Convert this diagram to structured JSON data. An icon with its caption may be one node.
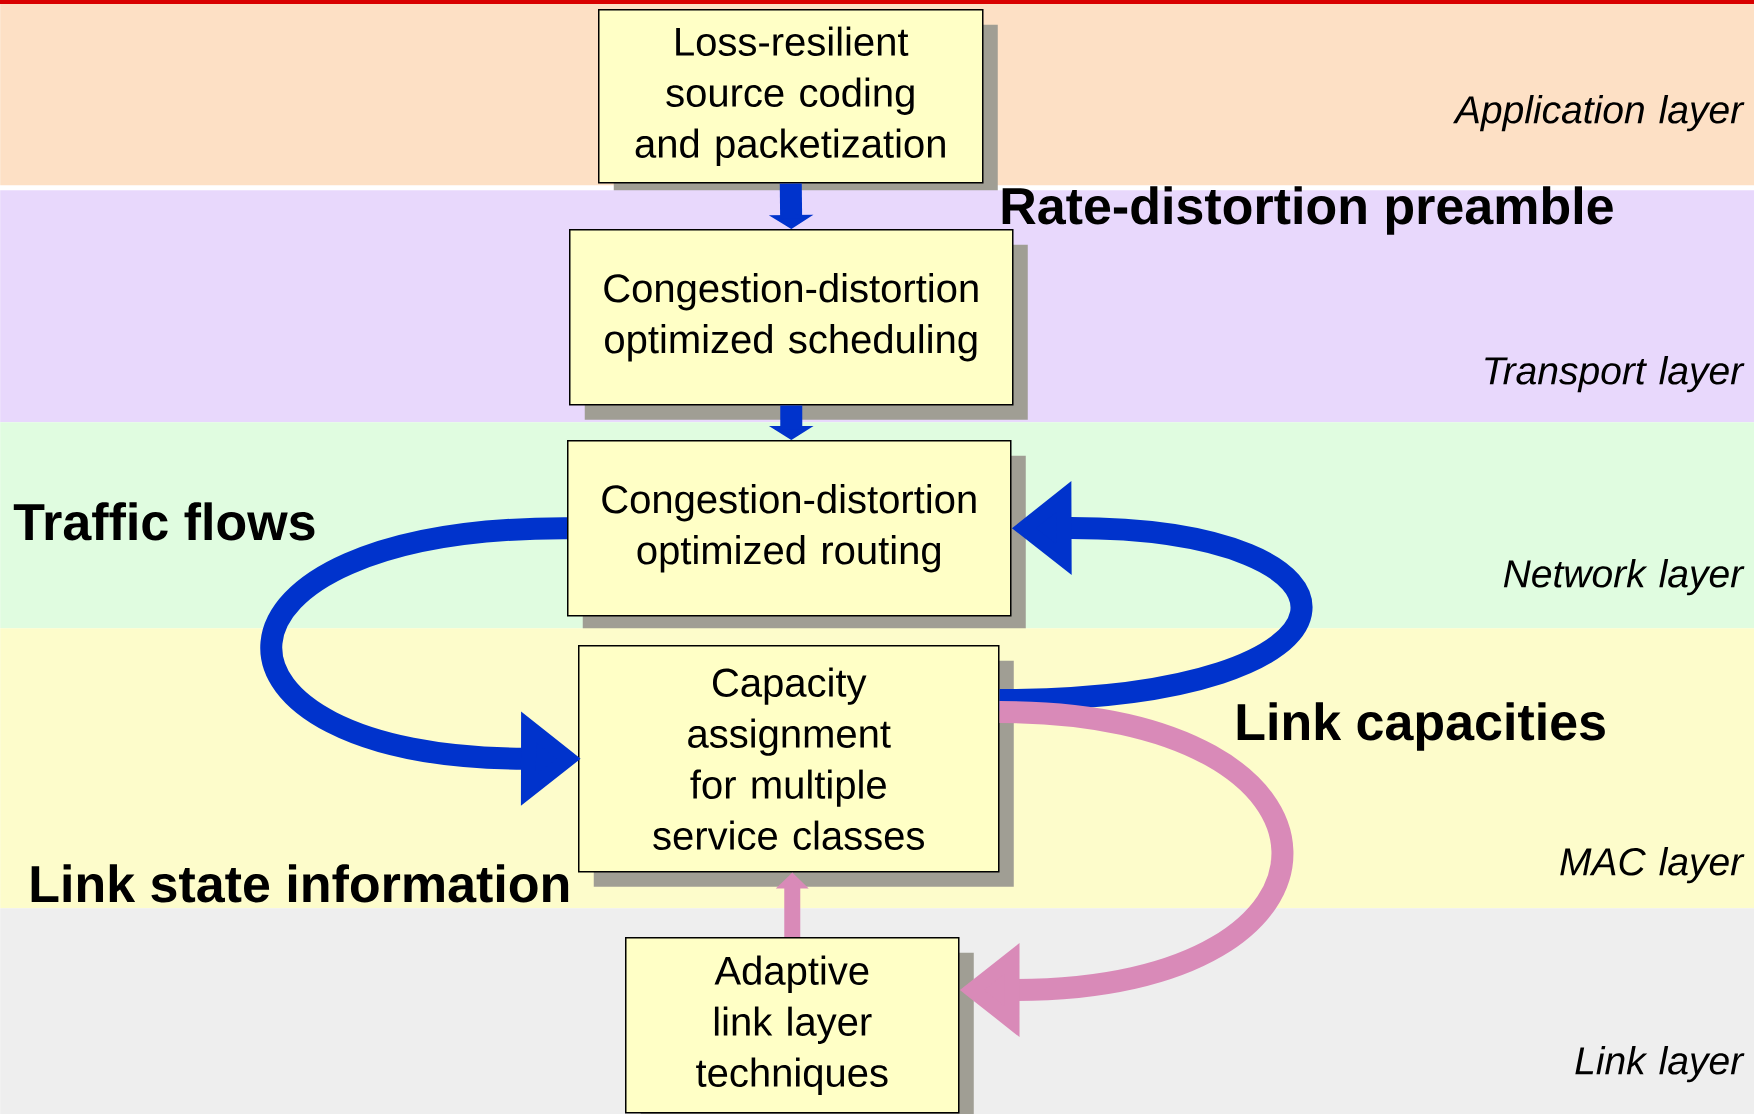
{
  "diagram": {
    "nodes": [
      {
        "text": [
          "Application layer"
        ]
      },
      {
        "text": [
          "Loss-resilient source coding and packetization"
        ],
        "in": 0
      },
      {
        "text": [
          "Transport layer"
        ]
      },
      {
        "text": [
          "Congestion-distortion optimized scheduling"
        ],
        "in": 2
      },
      {
        "text": [
          "Network layer"
        ]
      },
      {
        "text": [
          "Congestion-distortion optimized routing"
        ],
        "in": 4
      },
      {
        "text": [
          "MAC layer"
        ]
      },
      {
        "text": [
          "Capacity assignment for multiple service classes"
        ],
        "in": 6
      },
      {
        "text": [
          "Link layer"
        ]
      },
      {
        "text": [
          "Adaptive link layer techniques"
        ],
        "in": 8
      }
    ],
    "edges": [
      {
        "from": 1,
        "to": 3,
        "arrow": "to"
      },
      {
        "from": 3,
        "to": 5,
        "arrow": "to"
      },
      {
        "from": 5,
        "to": 7,
        "arrow": "to"
      },
      {
        "from": 7,
        "to": 5,
        "arrow": "to"
      },
      {
        "from": 7,
        "to": 9,
        "arrow": "to",
        "color": "#d98ab8"
      },
      {
        "from": 9,
        "to": 7,
        "arrow": "to",
        "color": "#d98ab8"
      }
    ],
    "labels": [
      "Rate-distortion preamble",
      "Traffic flows",
      "Link capacities",
      "Link state information"
    ]
  }
}
